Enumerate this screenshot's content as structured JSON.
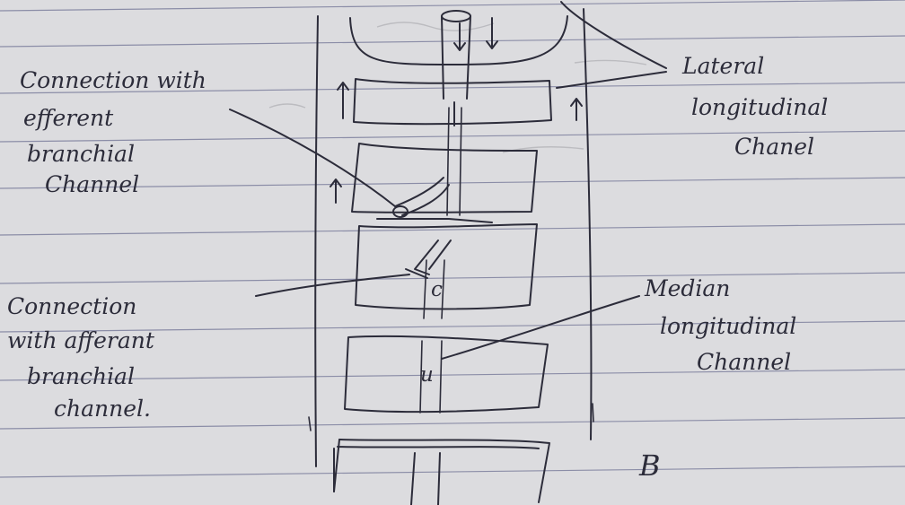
{
  "labels": {
    "lateral": [
      "Lateral",
      "longitudinal",
      "Chanel"
    ],
    "efferent": [
      "Connection with",
      "efferent",
      "branchial",
      "Channel"
    ],
    "afferent": [
      "Connection",
      "with afferant",
      "branchial",
      "channel."
    ],
    "median": [
      "Median",
      "longitudinal",
      "Channel"
    ],
    "figure_letter": "B"
  },
  "colors": {
    "paper": "#dcdcdf",
    "ruling": "#4a4e7a",
    "ink": "#2c2c3a"
  }
}
